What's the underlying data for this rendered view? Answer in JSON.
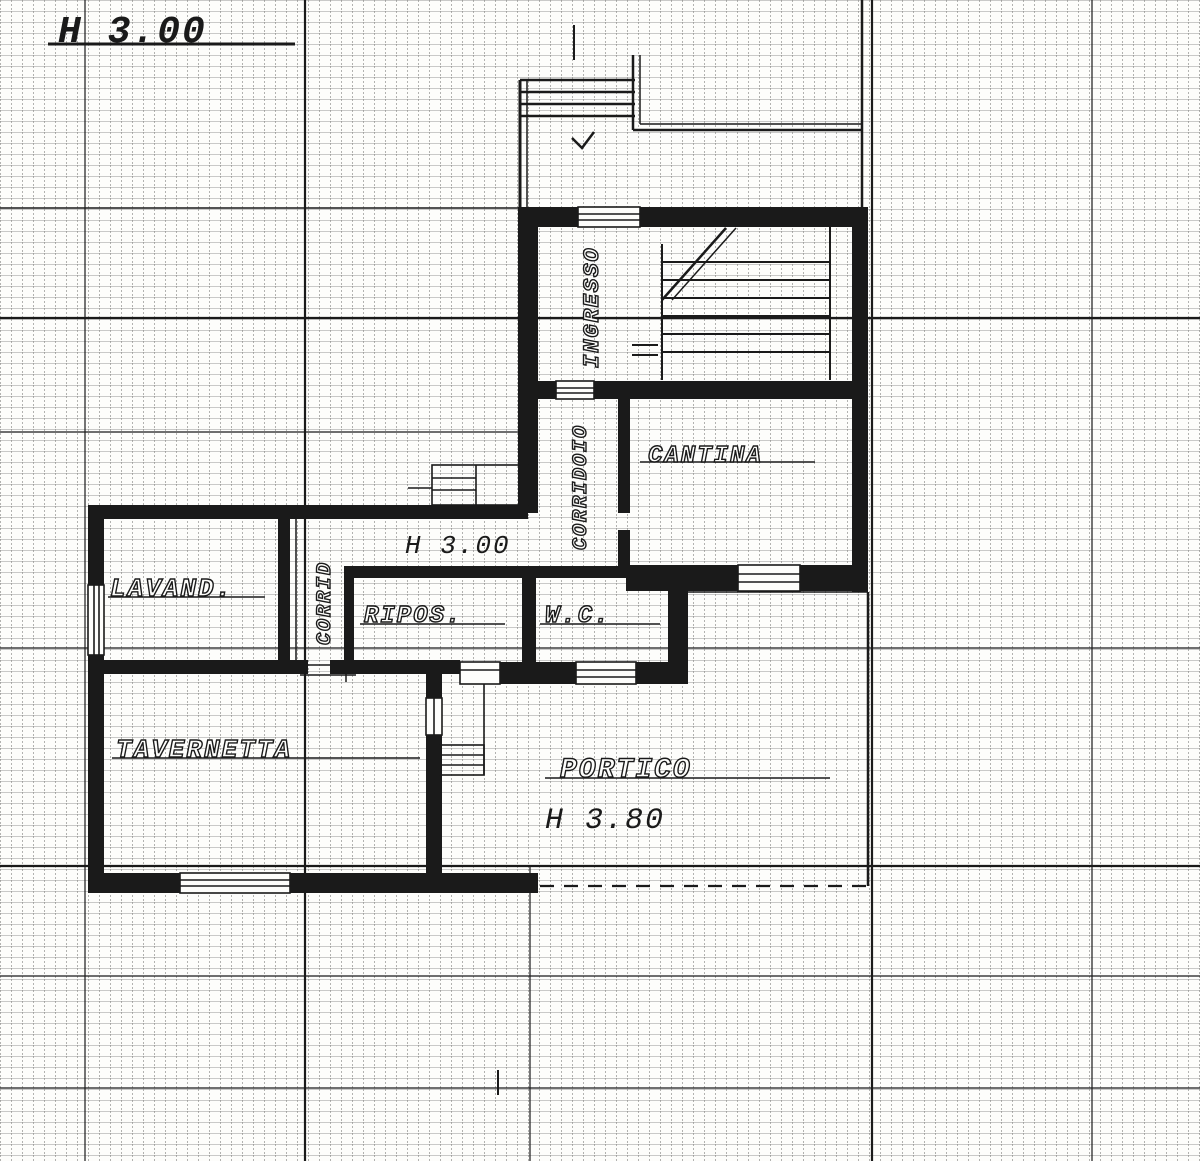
{
  "colors": {
    "paper": "#fdfdfb",
    "ink": "#1a1a1a",
    "grid": "#2a2a2a"
  },
  "plan": {
    "height_top": "H 3.00",
    "height_center": "H 3.00",
    "height_portico": "H 3.80",
    "rooms": {
      "ingresso": "INGRESSO",
      "cantina": "CANTINA",
      "corridoio": "CORRIDOIO",
      "corrid": "CORRID",
      "lavand": "LAVAND.",
      "ripos": "RIPOS.",
      "wc": "W.C.",
      "tavernetta": "TAVERNETTA",
      "portico": "PORTICO"
    }
  }
}
